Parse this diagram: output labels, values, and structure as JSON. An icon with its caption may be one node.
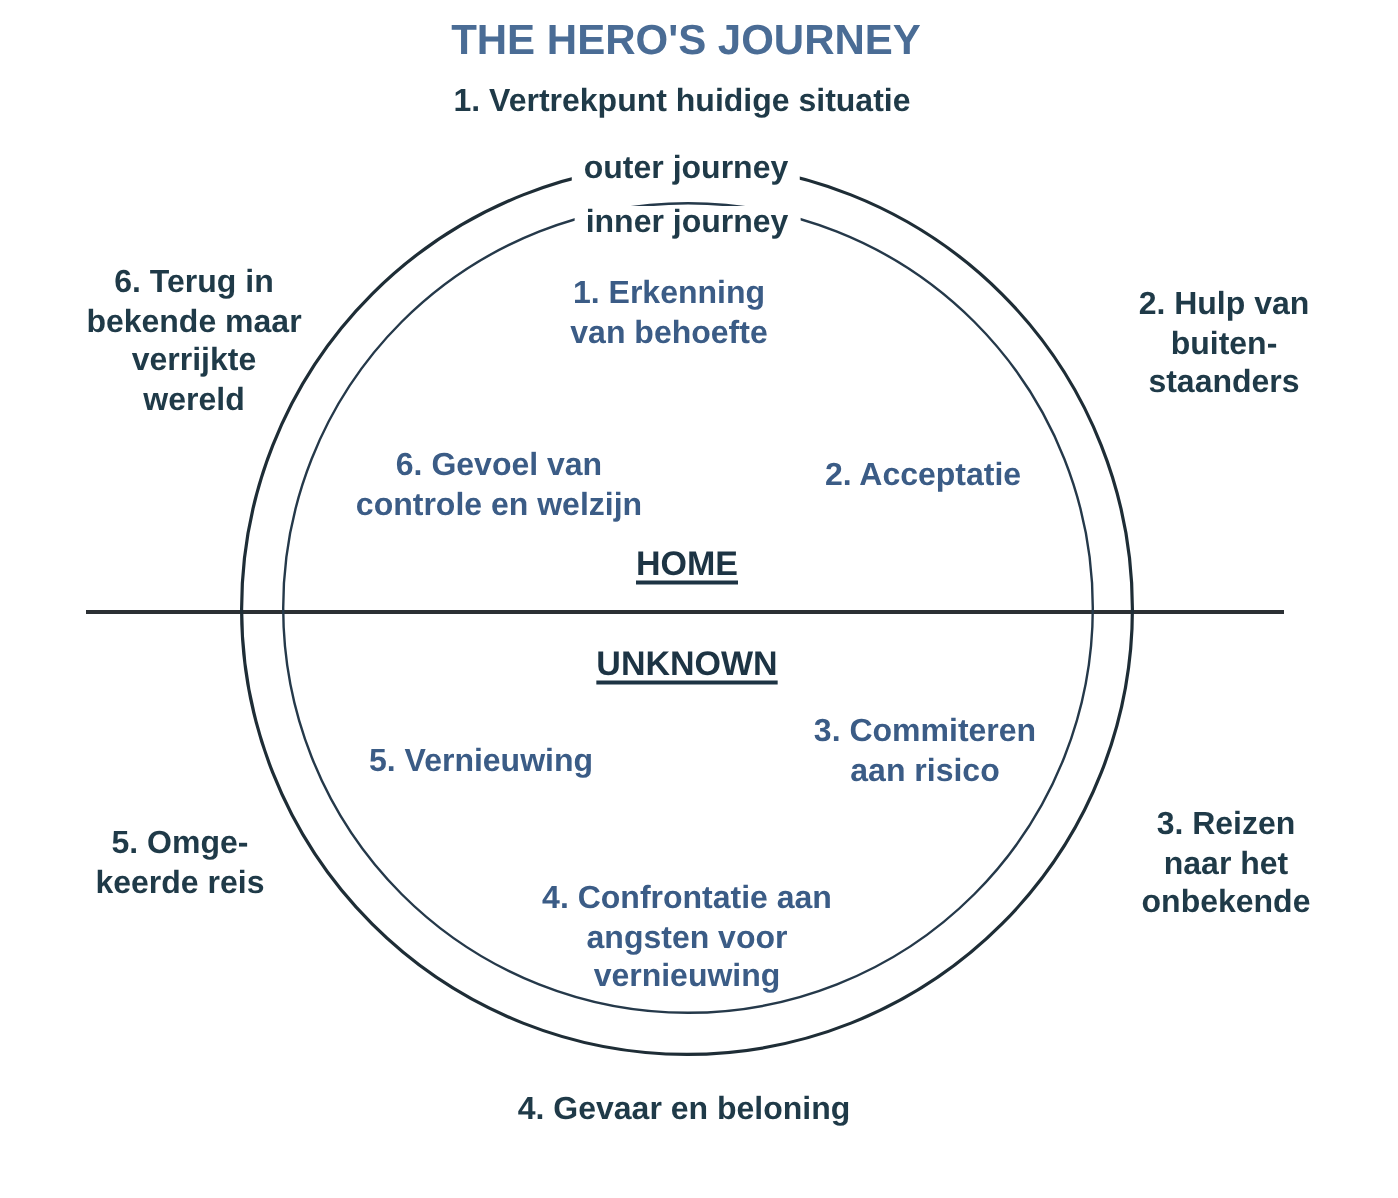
{
  "diagram": {
    "title": "THE HERO'S JOURNEY",
    "nodes": [
      {
        "text": [
          "outer journey"
        ]
      },
      {
        "text": [
          "inner journey",
          "1. Erkenning van behoefte",
          "6. Gevoel van controle en welzijn",
          "2. Acceptatie",
          "HOME",
          "UNKNOWN",
          "5. Vernieuwing",
          "3. Commiteren aan risico",
          "4. Confrontatie aan angsten voor vernieuwing"
        ],
        "in": 0
      }
    ],
    "labels": [
      "1. Vertrekpunt huidige situatie",
      "6. Terug in bekende maar verrijkte wereld",
      "2. Hulp van buiten- staanders",
      "5. Omge- keerde reis",
      "3. Reizen naar het onbekende",
      "4. Gevaar en beloning"
    ]
  }
}
